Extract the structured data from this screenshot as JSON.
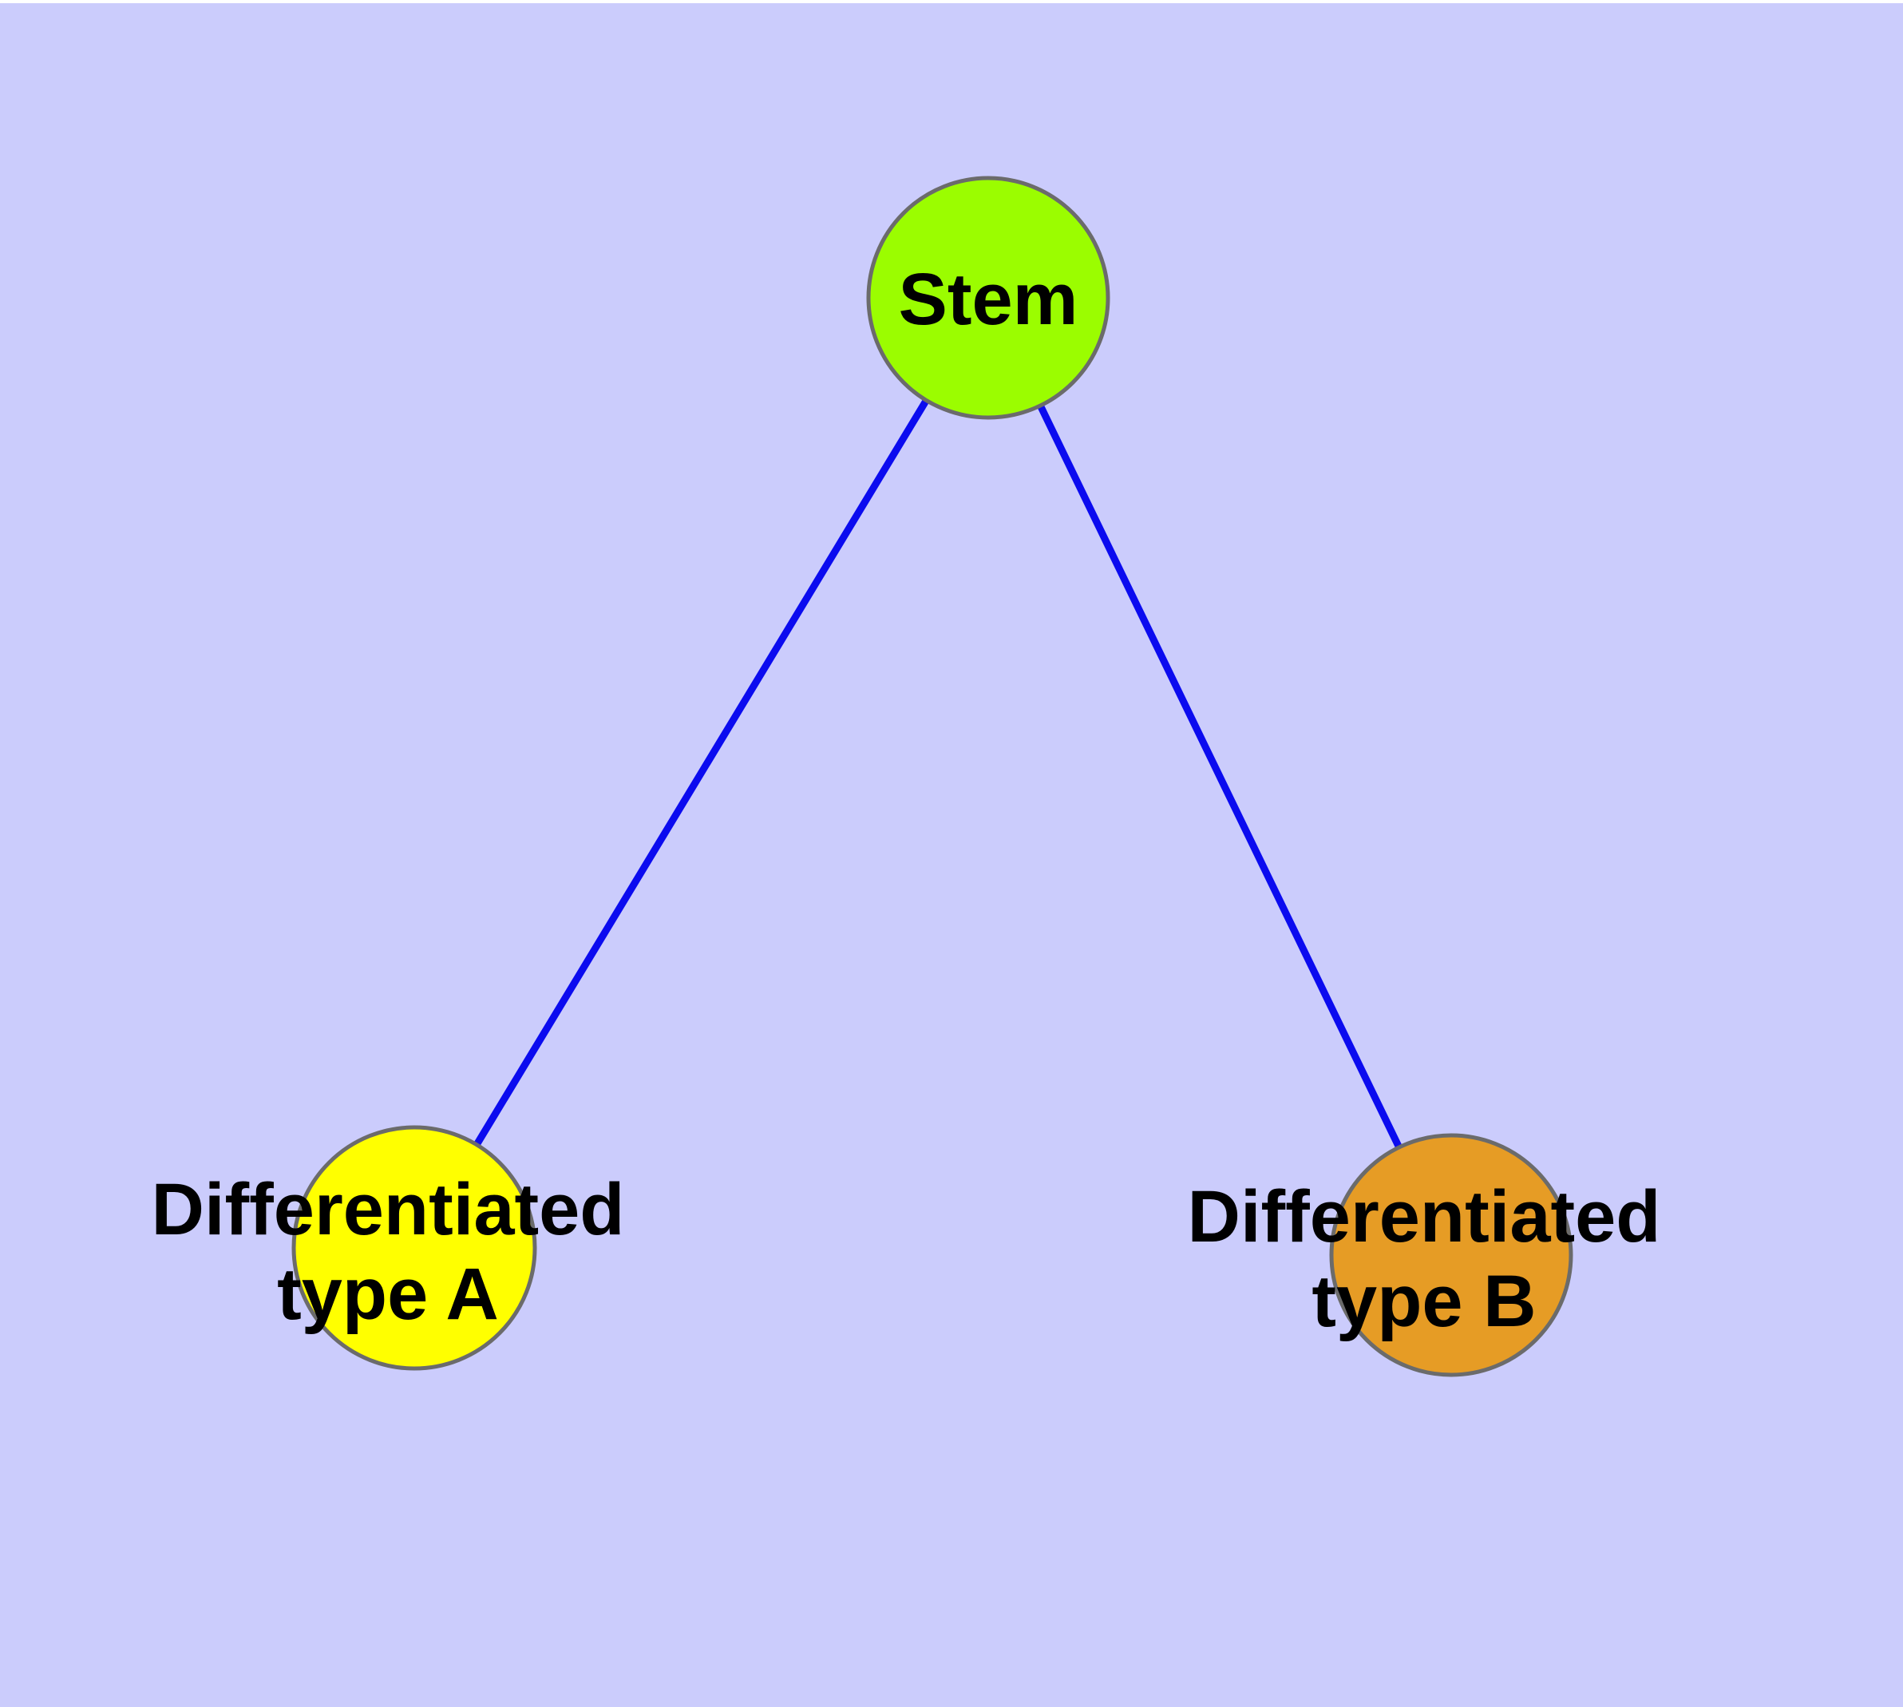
{
  "diagram": {
    "title": "",
    "background_color": "#cbccfc",
    "edge_color": "#0b0bef",
    "node_border_color": "#6b6b6b",
    "label_color": "#000000",
    "nodes": [
      {
        "id": "stem",
        "label": "Stem",
        "fill_color": "#9bfd00"
      },
      {
        "id": "differentiated-type-a",
        "label_line1": "Differentiated",
        "label_line2": "type A",
        "fill_color": "#ffff00"
      },
      {
        "id": "differentiated-type-b",
        "label_line1": "Differentiated",
        "label_line2": "type B",
        "fill_color": "#e69c25"
      }
    ],
    "edges": [
      {
        "from": "Stem",
        "to": "Differentiated type A"
      },
      {
        "from": "Stem",
        "to": "Differentiated type B"
      }
    ]
  }
}
